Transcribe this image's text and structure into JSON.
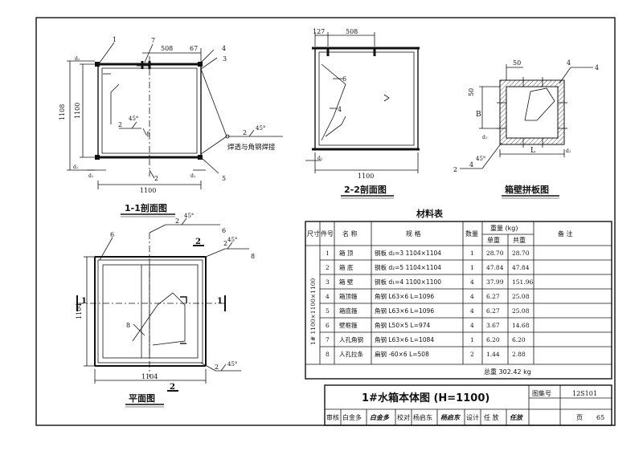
{
  "views": {
    "section11": {
      "title": "1-1剖面图",
      "dims": {
        "w508": "508",
        "w67": "67",
        "h1108": "1108",
        "h1100": "1100",
        "w1100": "1100",
        "d1a": "d₁",
        "d1b": "d₁",
        "d1c": "d₁"
      },
      "callouts": {
        "c1": "1",
        "c7": "7",
        "c4": "4",
        "c3": "3",
        "c5": "5",
        "c2a": "2",
        "c2b": "2",
        "c8": "8"
      },
      "angle_a": "45°",
      "angle_b": "45°",
      "weld_note": "焊透与角钢焊接",
      "weld_sym_a": "2",
      "weld_sym_b": "2"
    },
    "section22": {
      "title": "2-2剖面图",
      "dims": {
        "w127": "127",
        "w508": "508",
        "w1100": "1100",
        "d1": "d₁"
      },
      "callouts": {
        "c6": "6",
        "c4": "4"
      }
    },
    "panel": {
      "title": "箱壁拼板图",
      "dims": {
        "w50": "50",
        "h50": "50",
        "B": "B",
        "L": "L",
        "d1a": "d₁",
        "d1b": "d₁"
      },
      "callouts": {
        "c4a": "4",
        "c4b": "4",
        "c2": "2"
      },
      "angle": "45°"
    },
    "plan": {
      "title": "平面图",
      "title_sym": "2",
      "dims": {
        "h1104": "1104",
        "w1104": "1104"
      },
      "callouts": {
        "c6": "6",
        "c8a": "8",
        "c8b": "8",
        "c2": "2"
      },
      "angles": [
        "45°",
        "45°",
        "45°"
      ],
      "weld_nums": [
        "2",
        "2"
      ],
      "cut1": "1",
      "cut2": "2"
    }
  },
  "materials": {
    "title": "材料表",
    "headers": {
      "size": "尺寸",
      "part_no": "件号",
      "name": "名 称",
      "spec": "规 格",
      "qty": "数量",
      "weight": "重量 (kg)",
      "unit": "单重",
      "total": "共重",
      "note": "备 注"
    },
    "size_label": "1# 1100×1100×1100",
    "rows": [
      {
        "no": "1",
        "name": "箱 顶",
        "spec": "钢板 d₂=3 1104×1104",
        "qty": "1",
        "unit": "28.70",
        "total": "28.70"
      },
      {
        "no": "2",
        "name": "箱 底",
        "spec": "钢板 d₂=5 1104×1104",
        "qty": "1",
        "unit": "47.84",
        "total": "47.84"
      },
      {
        "no": "3",
        "name": "箱 壁",
        "spec": "钢板 d₁=4 1100×1100",
        "qty": "4",
        "unit": "37.99",
        "total": "151.96"
      },
      {
        "no": "4",
        "name": "箱顶箍",
        "spec": "角钢 L63×6 L=1096",
        "qty": "4",
        "unit": "6.27",
        "total": "25.08"
      },
      {
        "no": "5",
        "name": "箱底箍",
        "spec": "角钢 L63×6 L=1096",
        "qty": "4",
        "unit": "6.27",
        "total": "25.08"
      },
      {
        "no": "6",
        "name": "壁框箍",
        "spec": "角钢 L50×5 L=974",
        "qty": "4",
        "unit": "3.67",
        "total": "14.68"
      },
      {
        "no": "7",
        "name": "人孔角钢",
        "spec": "角钢 L63×6 L=1084",
        "qty": "1",
        "unit": "6.20",
        "total": "6.20"
      },
      {
        "no": "8",
        "name": "人孔拉条",
        "spec": "扁钢 -60×6 L=508",
        "qty": "2",
        "unit": "1.44",
        "total": "2.88"
      }
    ],
    "total": "总重 302.42 kg"
  },
  "title_block": {
    "drawing_title": "1#水箱本体图 (H=1100)",
    "atlas_label": "图集号",
    "atlas_no": "12S101",
    "review_label": "审核",
    "reviewer": "白金多",
    "reviewer_sig": "白金多",
    "check_label": "校对",
    "checker": "杨启东",
    "checker_sig": "杨启东",
    "design_label": "设计",
    "designer": "任 放",
    "designer_sig": "任放",
    "page_label": "页",
    "page_no": "65"
  }
}
